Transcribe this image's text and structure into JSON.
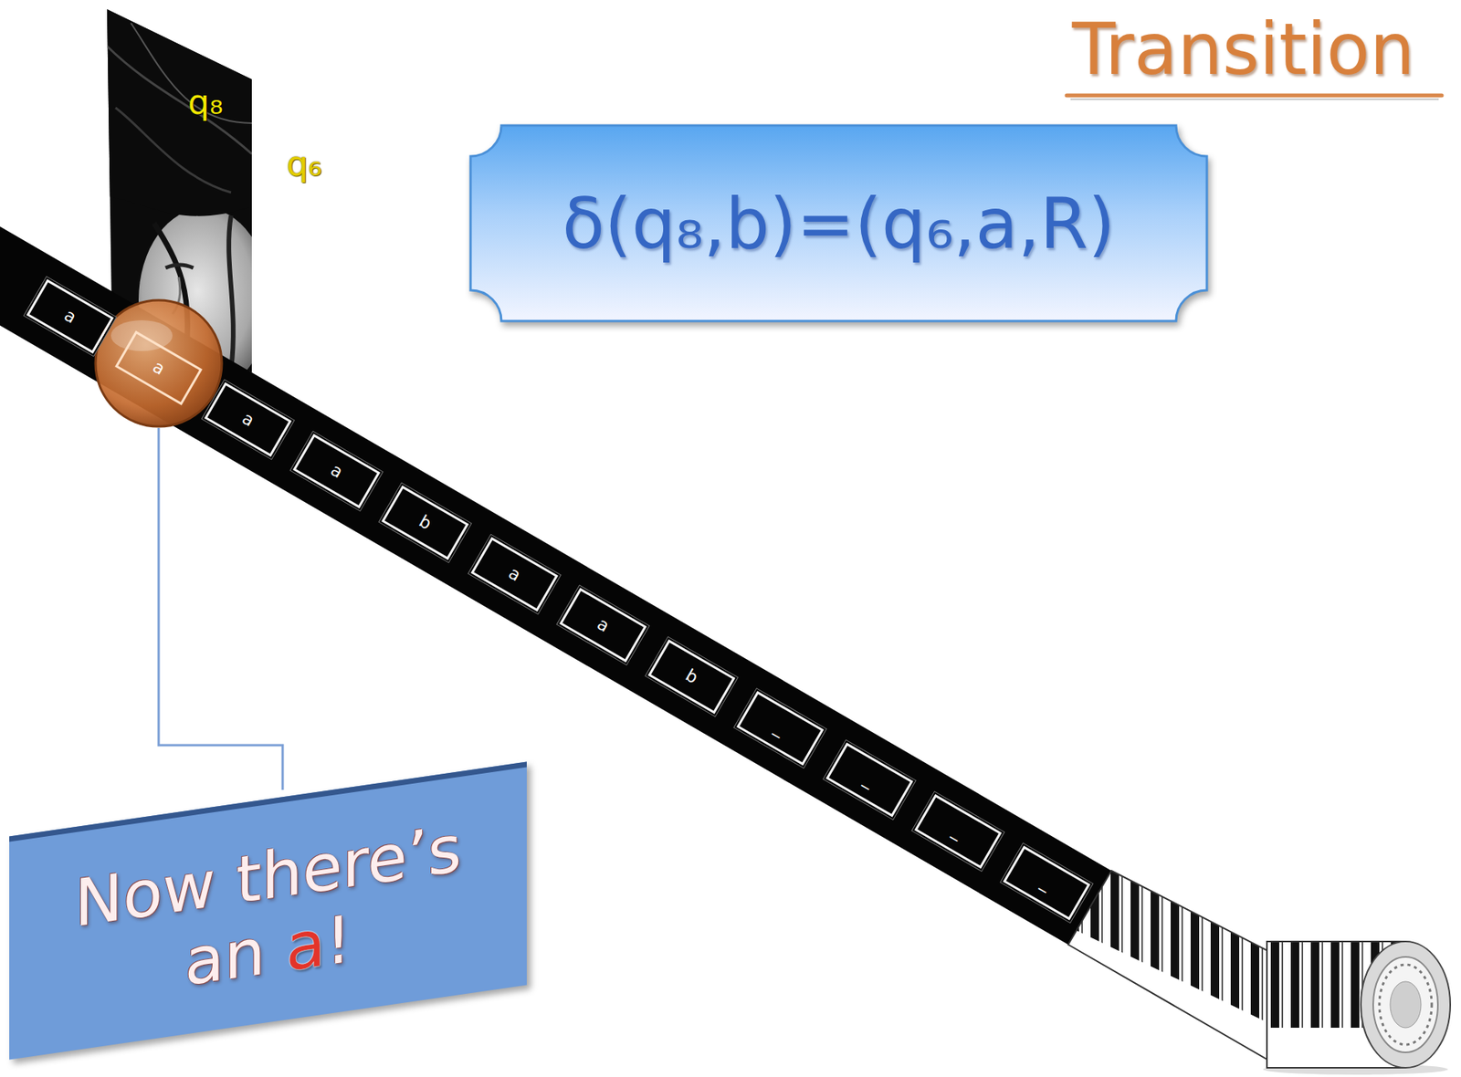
{
  "diagram": {
    "title": "Transition",
    "nodes": [
      {
        "text": [
          "δ(q₈,b)=(q₆,a,R)"
        ]
      },
      {
        "text": [
          "a"
        ]
      },
      {
        "text": [
          "a"
        ]
      },
      {
        "text": [
          "a"
        ]
      },
      {
        "text": [
          "a"
        ]
      },
      {
        "text": [
          "b"
        ]
      },
      {
        "text": [
          "a"
        ]
      },
      {
        "text": [
          "a"
        ]
      },
      {
        "text": [
          "b"
        ]
      },
      {
        "text": [
          "_"
        ]
      },
      {
        "text": [
          "_"
        ]
      },
      {
        "text": [
          "_"
        ]
      },
      {
        "text": [
          "_"
        ]
      },
      {
        "text": [
          "Now there’s an a!"
        ]
      }
    ],
    "labels": [
      "q₈",
      "q₆"
    ]
  }
}
